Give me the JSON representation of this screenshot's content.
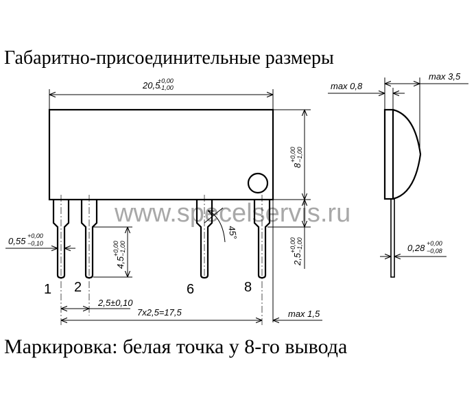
{
  "title": "Габаритно-присоединительные размеры",
  "caption": "Маркировка: белая точка у 8-го вывода",
  "watermark": "www.specelservis.ru",
  "pins": [
    "1",
    "2",
    "6",
    "8"
  ],
  "dimensions": {
    "length": {
      "value": "20,5",
      "upper": "+0,00",
      "lower": "−1,00"
    },
    "height": {
      "value": "8",
      "upper": "+0,00",
      "lower": "−1,00"
    },
    "pin_shoulder": {
      "value": "2,5",
      "upper": "+0,00",
      "lower": "−1,00"
    },
    "pin_length": {
      "value": "4,5",
      "upper": "+0,00",
      "lower": "−1,00"
    },
    "pin_width": {
      "value": "0,55",
      "upper": "+0,00",
      "lower": "−0,10"
    },
    "pitch": "2,5±0,10",
    "total_pitch": "7x2,5=17,5",
    "offset": "max 1,5",
    "angle": "45°",
    "side_thickness": "max 0,8",
    "side_depth": "max 3,5",
    "pin_thickness": {
      "value": "0,28",
      "upper": "+0,00",
      "lower": "−0,08"
    }
  }
}
